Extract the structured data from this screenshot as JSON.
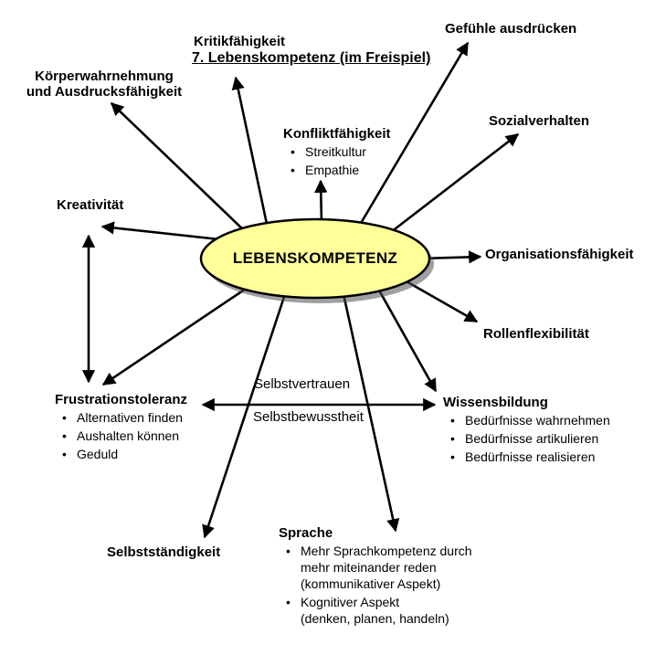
{
  "title": "7. Lebenskompetenz (im Freispiel)",
  "center_label": "LEBENSKOMPETENZ",
  "colors": {
    "ellipse_fill": "#FFFF99",
    "ellipse_stroke": "#000000",
    "arrow": "#000000"
  },
  "nodes": {
    "kritikfaehigkeit": {
      "label": "Kritikfähigkeit"
    },
    "gefuehle_ausdruecken": {
      "label": "Gefühle ausdrücken"
    },
    "koerperwahrnehmung": {
      "label": "Körperwahrnehmung\nund Ausdrucksfähigkeit"
    },
    "konfliktfaehigkeit": {
      "label": "Konfliktfähigkeit",
      "bullets": [
        "Streitkultur",
        "Empathie"
      ]
    },
    "sozialverhalten": {
      "label": "Sozialverhalten"
    },
    "kreativitaet": {
      "label": "Kreativität"
    },
    "organisationsfaehigkeit": {
      "label": "Organisationsfähigkeit"
    },
    "rollenflexibilitaet": {
      "label": "Rollenflexibilität"
    },
    "frustrationstoleranz": {
      "label": "Frustrationstoleranz",
      "bullets": [
        "Alternativen finden",
        "Aushalten können",
        "Geduld"
      ]
    },
    "wissensbildung": {
      "label": "Wissensbildung",
      "bullets": [
        "Bedürfnisse wahrnehmen",
        "Bedürfnisse artikulieren",
        "Bedürfnisse realisieren"
      ]
    },
    "selbstvertrauen": {
      "label": "Selbstvertrauen"
    },
    "selbstbewusstheit": {
      "label": "Selbstbewusstheit"
    },
    "selbststaendigkeit": {
      "label": "Selbstständigkeit"
    },
    "sprache": {
      "label": "Sprache",
      "bullets": [
        "Mehr Sprachkompetenz durch\nmehr miteinander reden\n(kommunikativer Aspekt)",
        "Kognitiver Aspekt\n(denken, planen, handeln)"
      ]
    }
  }
}
